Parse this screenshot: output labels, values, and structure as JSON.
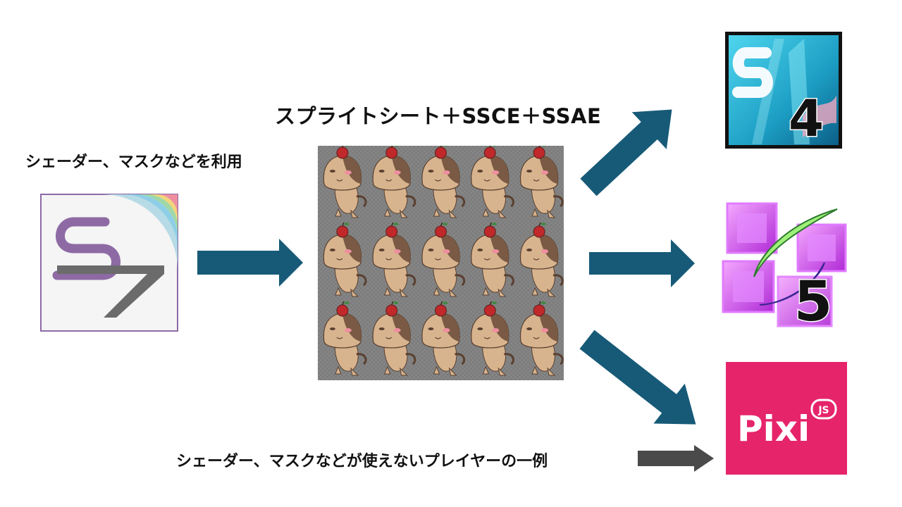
{
  "labels": {
    "top": "スプライトシート＋SSCE＋SSAE",
    "left": "シェーダー、マスクなどを利用",
    "bottom": "シェーダー、マスクなどが使えないプレイヤーの一例"
  },
  "logos": {
    "s7": {
      "text": "S7"
    },
    "s4": {
      "number": "4"
    },
    "s5": {
      "number": "5"
    },
    "pixi": {
      "name": "Pixi",
      "badge": "JS"
    }
  },
  "colors": {
    "arrow": "#175a78",
    "arrow_dark": "#4a4a4a",
    "s7_purple": "#8e6aa5",
    "s7_gray": "#6b6b6b",
    "pixi_bg": "#e6246a",
    "sheet_bg": "#7d7d7d"
  },
  "spritesheet": {
    "icon": "cat-sprite-icon",
    "rows": 3,
    "cols": 5
  }
}
